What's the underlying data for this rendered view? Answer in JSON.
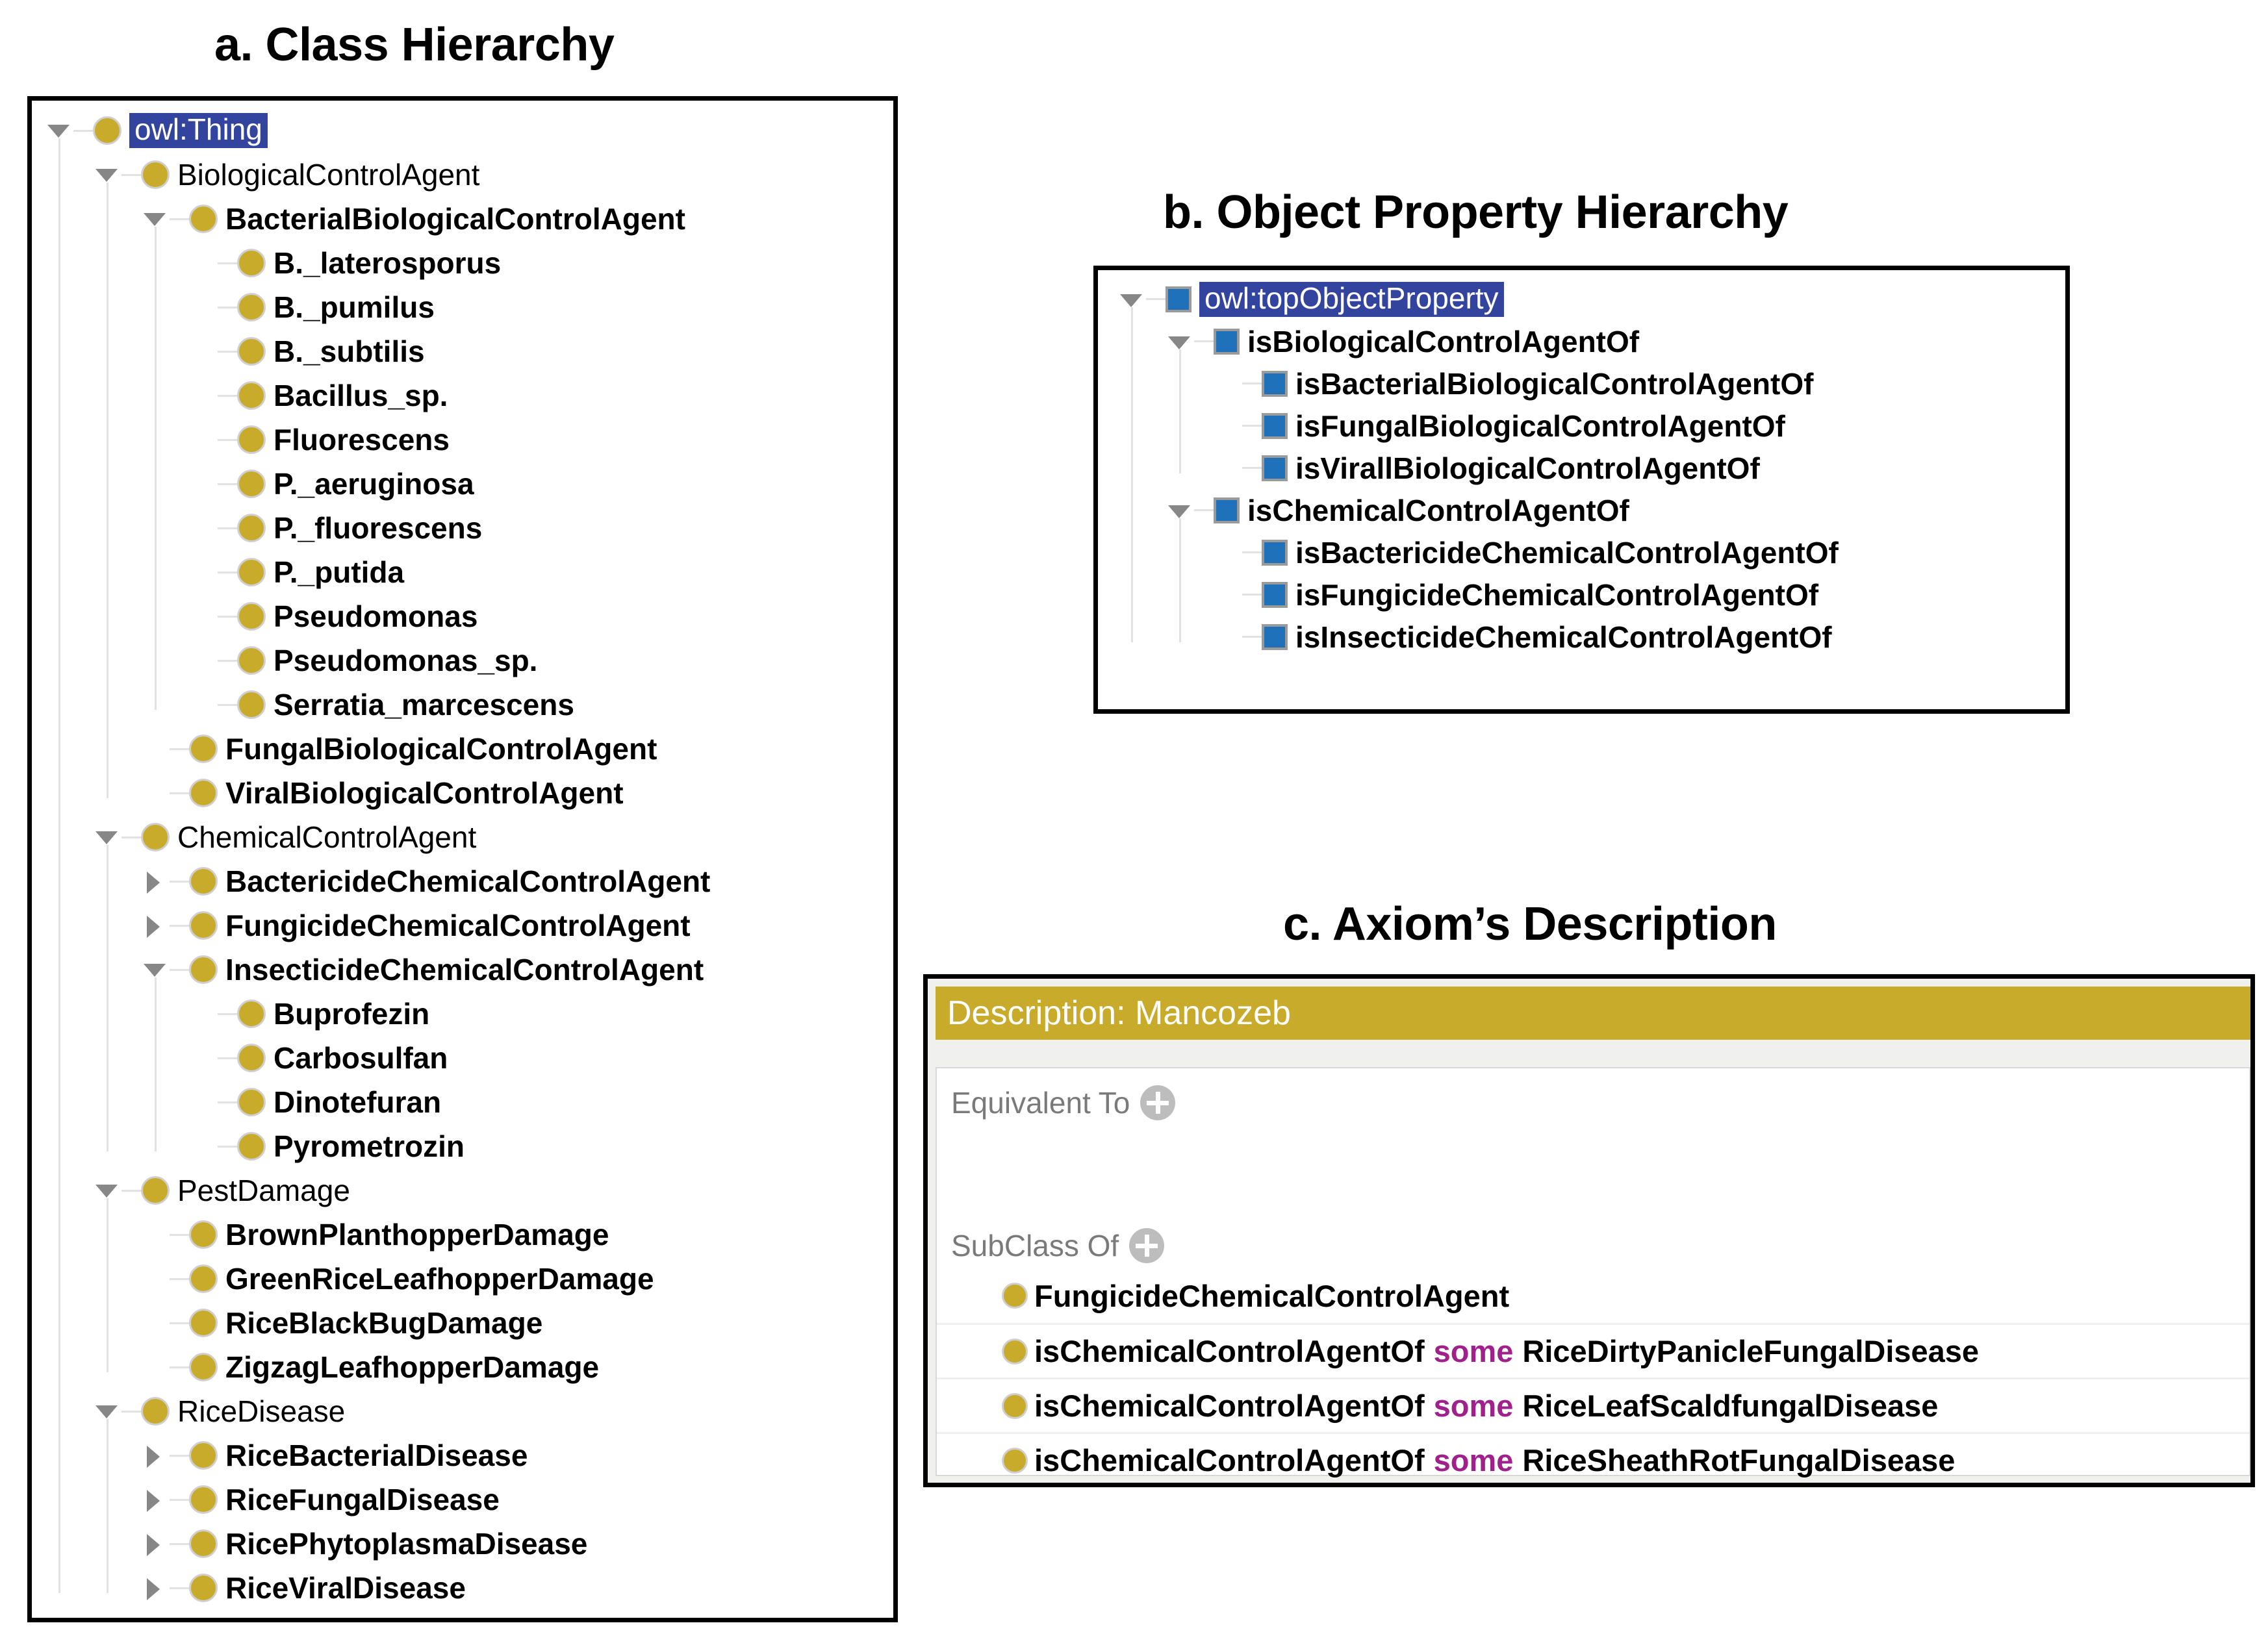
{
  "captions": {
    "a": "a. Class Hierarchy",
    "b": "b. Object Property Hierarchy",
    "c": "c. Axiom’s Description"
  },
  "colors": {
    "class_node": "#c9ab2b",
    "property_node": "#1f72ba",
    "selection": "#33449e",
    "keyword_some": "#a0208c",
    "header_band": "#c9ab2b"
  },
  "class_hierarchy": {
    "rows": [
      {
        "label": "owl:Thing",
        "depth": 0,
        "twisty": "down",
        "selected": true,
        "bold": false
      },
      {
        "label": "BiologicalControlAgent",
        "depth": 1,
        "twisty": "down",
        "selected": false,
        "bold": false
      },
      {
        "label": "BacterialBiologicalControlAgent",
        "depth": 2,
        "twisty": "down",
        "selected": false,
        "bold": true
      },
      {
        "label": "B._laterosporus",
        "depth": 3,
        "twisty": "none",
        "selected": false,
        "bold": true
      },
      {
        "label": "B._pumilus",
        "depth": 3,
        "twisty": "none",
        "selected": false,
        "bold": true
      },
      {
        "label": "B._subtilis",
        "depth": 3,
        "twisty": "none",
        "selected": false,
        "bold": true
      },
      {
        "label": "Bacillus_sp.",
        "depth": 3,
        "twisty": "none",
        "selected": false,
        "bold": true
      },
      {
        "label": "Fluorescens",
        "depth": 3,
        "twisty": "none",
        "selected": false,
        "bold": true
      },
      {
        "label": "P._aeruginosa",
        "depth": 3,
        "twisty": "none",
        "selected": false,
        "bold": true
      },
      {
        "label": "P._fluorescens",
        "depth": 3,
        "twisty": "none",
        "selected": false,
        "bold": true
      },
      {
        "label": "P._putida",
        "depth": 3,
        "twisty": "none",
        "selected": false,
        "bold": true
      },
      {
        "label": "Pseudomonas",
        "depth": 3,
        "twisty": "none",
        "selected": false,
        "bold": true
      },
      {
        "label": "Pseudomonas_sp.",
        "depth": 3,
        "twisty": "none",
        "selected": false,
        "bold": true
      },
      {
        "label": "Serratia_marcescens",
        "depth": 3,
        "twisty": "none",
        "selected": false,
        "bold": true
      },
      {
        "label": "FungalBiologicalControlAgent",
        "depth": 2,
        "twisty": "none",
        "selected": false,
        "bold": true
      },
      {
        "label": "ViralBiologicalControlAgent",
        "depth": 2,
        "twisty": "none",
        "selected": false,
        "bold": true
      },
      {
        "label": "ChemicalControlAgent",
        "depth": 1,
        "twisty": "down",
        "selected": false,
        "bold": false
      },
      {
        "label": "BactericideChemicalControlAgent",
        "depth": 2,
        "twisty": "right",
        "selected": false,
        "bold": true
      },
      {
        "label": "FungicideChemicalControlAgent",
        "depth": 2,
        "twisty": "right",
        "selected": false,
        "bold": true
      },
      {
        "label": "InsecticideChemicalControlAgent",
        "depth": 2,
        "twisty": "down",
        "selected": false,
        "bold": true
      },
      {
        "label": "Buprofezin",
        "depth": 3,
        "twisty": "none",
        "selected": false,
        "bold": true
      },
      {
        "label": "Carbosulfan",
        "depth": 3,
        "twisty": "none",
        "selected": false,
        "bold": true
      },
      {
        "label": "Dinotefuran",
        "depth": 3,
        "twisty": "none",
        "selected": false,
        "bold": true
      },
      {
        "label": "Pyrometrozin",
        "depth": 3,
        "twisty": "none",
        "selected": false,
        "bold": true
      },
      {
        "label": "PestDamage",
        "depth": 1,
        "twisty": "down",
        "selected": false,
        "bold": false
      },
      {
        "label": "BrownPlanthopperDamage",
        "depth": 2,
        "twisty": "none",
        "selected": false,
        "bold": true
      },
      {
        "label": "GreenRiceLeafhopperDamage",
        "depth": 2,
        "twisty": "none",
        "selected": false,
        "bold": true
      },
      {
        "label": "RiceBlackBugDamage",
        "depth": 2,
        "twisty": "none",
        "selected": false,
        "bold": true
      },
      {
        "label": "ZigzagLeafhopperDamage",
        "depth": 2,
        "twisty": "none",
        "selected": false,
        "bold": true
      },
      {
        "label": "RiceDisease",
        "depth": 1,
        "twisty": "down",
        "selected": false,
        "bold": false
      },
      {
        "label": "RiceBacterialDisease",
        "depth": 2,
        "twisty": "right",
        "selected": false,
        "bold": true
      },
      {
        "label": "RiceFungalDisease",
        "depth": 2,
        "twisty": "right",
        "selected": false,
        "bold": true
      },
      {
        "label": "RicePhytoplasmaDisease",
        "depth": 2,
        "twisty": "right",
        "selected": false,
        "bold": true
      },
      {
        "label": "RiceViralDisease",
        "depth": 2,
        "twisty": "right",
        "selected": false,
        "bold": true
      }
    ]
  },
  "object_property_hierarchy": {
    "rows": [
      {
        "label": "owl:topObjectProperty",
        "depth": 0,
        "twisty": "down",
        "selected": true,
        "bold": false
      },
      {
        "label": "isBiologicalControlAgentOf",
        "depth": 1,
        "twisty": "down",
        "selected": false,
        "bold": true
      },
      {
        "label": "isBacterialBiologicalControlAgentOf",
        "depth": 2,
        "twisty": "none",
        "selected": false,
        "bold": true
      },
      {
        "label": "isFungalBiologicalControlAgentOf",
        "depth": 2,
        "twisty": "none",
        "selected": false,
        "bold": true
      },
      {
        "label": "isVirallBiologicalControlAgentOf",
        "depth": 2,
        "twisty": "none",
        "selected": false,
        "bold": true
      },
      {
        "label": "isChemicalControlAgentOf",
        "depth": 1,
        "twisty": "down",
        "selected": false,
        "bold": true
      },
      {
        "label": "isBactericideChemicalControlAgentOf",
        "depth": 2,
        "twisty": "none",
        "selected": false,
        "bold": true
      },
      {
        "label": "isFungicideChemicalControlAgentOf",
        "depth": 2,
        "twisty": "none",
        "selected": false,
        "bold": true
      },
      {
        "label": "isInsecticideChemicalControlAgentOf",
        "depth": 2,
        "twisty": "none",
        "selected": false,
        "bold": true
      }
    ]
  },
  "axiom_description": {
    "title": "Description: Mancozeb",
    "equivalent_to_label": "Equivalent To",
    "equivalent_to_items": [],
    "subclass_of_label": "SubClass Of",
    "subclass_of_items": [
      {
        "property": "FungicideChemicalControlAgent",
        "keyword": "",
        "filler": ""
      },
      {
        "property": "isChemicalControlAgentOf",
        "keyword": "some",
        "filler": "RiceDirtyPanicleFungalDisease"
      },
      {
        "property": "isChemicalControlAgentOf",
        "keyword": "some",
        "filler": "RiceLeafScaldfungalDisease"
      },
      {
        "property": "isChemicalControlAgentOf",
        "keyword": "some",
        "filler": "RiceSheathRotFungalDisease"
      }
    ]
  }
}
